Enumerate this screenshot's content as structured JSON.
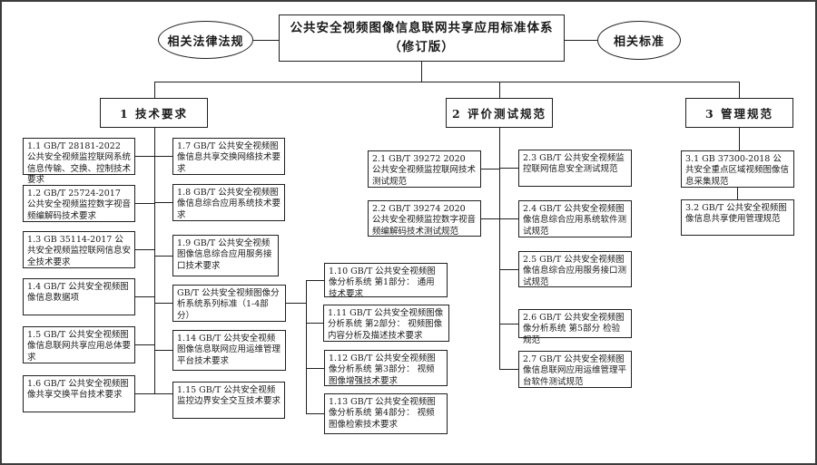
{
  "title": {
    "line1": "公共安全视频图像信息联网共享应用标准体系",
    "line2": "（修订版）"
  },
  "side_nodes": {
    "left": "相关法律法规",
    "right": "相关标准"
  },
  "branch1": {
    "label": "1 技术要求",
    "col_left": [
      "1.1 GB/T 28181-2022 公共安全视频监控联网系统信息传输、交换、控制技术要求",
      "1.2 GB/T 25724-2017 公共安全视频监控数字视音频编解码技术要求",
      "1.3 GB 35114-2017 公共安全视频监控联网信息安全技术要求",
      "1.4 GB/T 公共安全视频图像信息数据项",
      "1.5 GB/T 公共安全视频图像信息联网共享应用总体要求",
      "1.6 GB/T 公共安全视频图像共享交换平台技术要求"
    ],
    "col_mid": [
      "1.7 GB/T 公共安全视频图像信息共享交换网络技术要求",
      "1.8 GB/T 公共安全视频图像信息综合应用系统技术要求",
      "1.9 GB/T 公共安全视频图像信息综合应用服务接口技术要求",
      "GB/T 公共安全视频图像分析系统系列标准（1-4部分）",
      "1.14 GB/T 公共安全视频图像信息联网应用运维管理平台技术要求",
      "1.15 GB/T 公共安全视频监控边界安全交互技术要求"
    ],
    "col_right": [
      "1.10 GB/T 公共安全视频图像分析系统 第1部分： 通用技术要求",
      "1.11 GB/T 公共安全视频图像分析系统 第2部分： 视频图像内容分析及描述技术要求",
      "1.12 GB/T 公共安全视频图像分析系统 第3部分： 视频图像增强技术要求",
      "1.13 GB/T 公共安全视频图像分析系统 第4部分： 视频图像检索技术要求"
    ]
  },
  "branch2": {
    "label": "2 评价测试规范",
    "col_left": [
      "2.1 GB/T 39272 2020 公共安全视频监控联网技术测试规范",
      "2.2 GB/T 39274 2020 公共安全视频监控数字视音频编解码技术测试规范"
    ],
    "col_right": [
      "2.3 GB/T 公共安全视频监控联网信息安全测试规范",
      "2.4 GB/T 公共安全视频图像信息综合应用系统软件测试规范",
      "2.5 GB/T 公共安全视频图像信息综合应用服务接口测试规范",
      "2.6 GB/T 公共安全视频图像分析系统 第5部分 检验规范",
      "2.7 GB/T 公共安全视频图像信息联网应用运维管理平台软件测试规范"
    ]
  },
  "branch3": {
    "label": "3 管理规范",
    "items": [
      "3.1 GB 37300-2018 公共安全重点区域视频图像信息采集规范",
      "3.2 GB/T 公共安全视频图像信息共享使用管理规范"
    ]
  },
  "colors": {
    "line": "#1f1f1f",
    "box_border": "#1f1f1f",
    "background": "#ffffff"
  }
}
